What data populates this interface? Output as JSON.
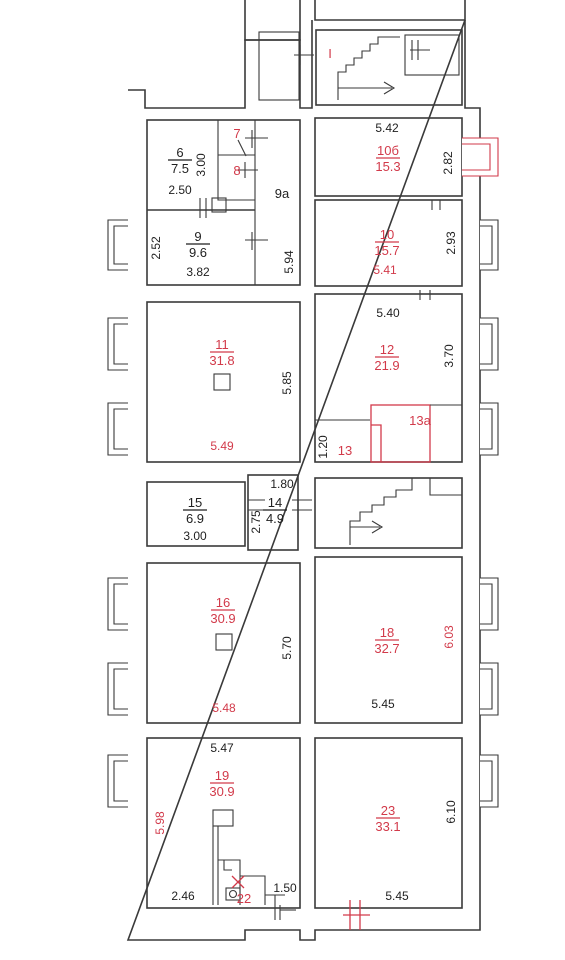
{
  "colors": {
    "wall": "#3a3a3a",
    "accent": "#d23a4a",
    "text": "#1f1f1f"
  },
  "rooms": {
    "r6": {
      "num": "6",
      "area": "7.5",
      "color": "black"
    },
    "r7": {
      "num": "7",
      "area": "",
      "color": "red"
    },
    "r8": {
      "num": "8",
      "area": "",
      "color": "red"
    },
    "r9": {
      "num": "9",
      "area": "9.6",
      "color": "black"
    },
    "r9a": {
      "num": "9a",
      "area": "",
      "color": "black"
    },
    "rI": {
      "num": "I",
      "area": "",
      "color": "red"
    },
    "r10b": {
      "num": "10б",
      "area": "15.3",
      "color": "red"
    },
    "r10": {
      "num": "10",
      "area": "15.7",
      "color": "red"
    },
    "r11": {
      "num": "11",
      "area": "31.8",
      "color": "red"
    },
    "r12": {
      "num": "12",
      "area": "21.9",
      "color": "red"
    },
    "r13": {
      "num": "13",
      "area": "",
      "color": "red"
    },
    "r13a": {
      "num": "13a",
      "area": "",
      "color": "red"
    },
    "r14": {
      "num": "14",
      "area": "4.9",
      "color": "black"
    },
    "r15": {
      "num": "15",
      "area": "6.9",
      "color": "black"
    },
    "r16": {
      "num": "16",
      "area": "30.9",
      "color": "red"
    },
    "r18": {
      "num": "18",
      "area": "32.7",
      "color": "red"
    },
    "r19": {
      "num": "19",
      "area": "30.9",
      "color": "red"
    },
    "r22": {
      "num": "22",
      "area": "",
      "color": "red"
    },
    "r23": {
      "num": "23",
      "area": "33.1",
      "color": "red"
    }
  },
  "dimensions": {
    "d_300": "3.00",
    "d_250": "2.50",
    "d_252": "2.52",
    "d_382": "3.82",
    "d_594": "5.94",
    "d_542": "5.42",
    "d_282": "2.82",
    "d_293": "2.93",
    "d_541": "5.41",
    "d_540": "5.40",
    "d_370": "3.70",
    "d_585": "5.85",
    "d_549": "5.49",
    "d_120": "1.20",
    "d_180": "1.80",
    "d_275": "2.75",
    "d_300b": "3.00",
    "d_570": "5.70",
    "d_548": "5.48",
    "d_603": "6.03",
    "d_545": "5.45",
    "d_547": "5.47",
    "d_598": "5.98",
    "d_610": "6.10",
    "d_246": "2.46",
    "d_150": "1.50",
    "d_545b": "5.45"
  }
}
